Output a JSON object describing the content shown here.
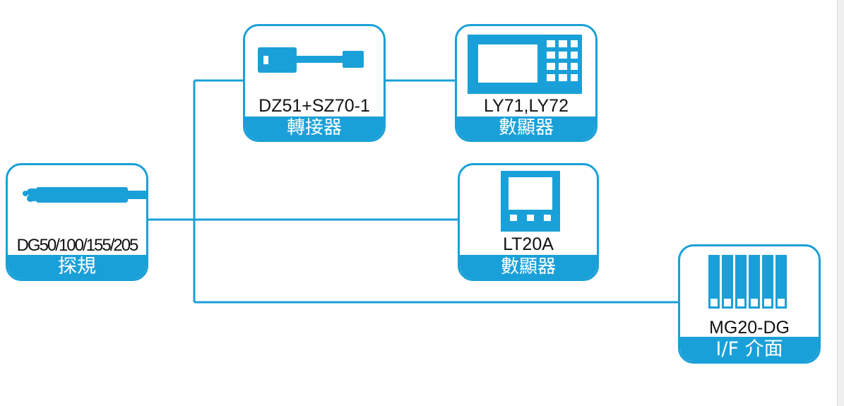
{
  "diagram": {
    "accent_color": "#1aa0d8",
    "nodes": {
      "probe": {
        "model": "DG50/100/155/205",
        "category": "探規",
        "icon": "probe-icon"
      },
      "adapter": {
        "model": "DZ51+SZ70-1",
        "category": "轉接器",
        "icon": "adapter-cable-icon"
      },
      "ly71": {
        "model": "LY71,LY72",
        "category": "數顯器",
        "icon": "display-keypad-icon"
      },
      "lt20a": {
        "model": "LT20A",
        "category": "數顯器",
        "icon": "display-unit-icon"
      },
      "mg20": {
        "model": "MG20-DG",
        "category": "I/F 介面",
        "icon": "interface-modules-icon"
      }
    },
    "connections": [
      [
        "probe",
        "adapter"
      ],
      [
        "adapter",
        "ly71"
      ],
      [
        "probe",
        "lt20a"
      ],
      [
        "probe",
        "mg20"
      ]
    ]
  }
}
